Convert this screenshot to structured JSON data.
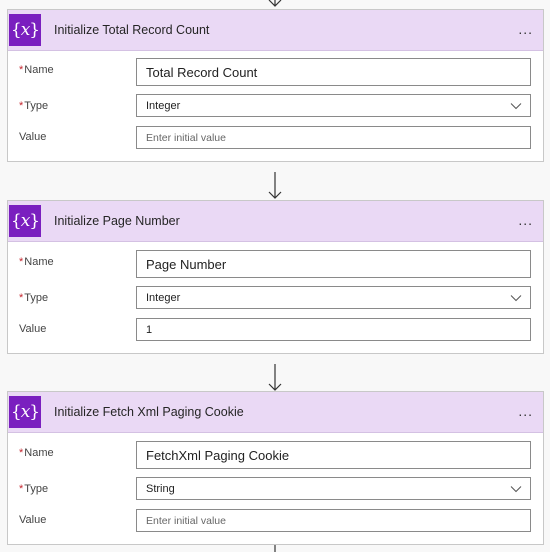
{
  "cards": [
    {
      "title": "Initialize Total Record Count",
      "icon": "variable-icon",
      "name_label": "Name",
      "name_value": "Total Record Count",
      "type_label": "Type",
      "type_value": "Integer",
      "value_label": "Value",
      "value_placeholder": "Enter initial value",
      "value_value": ""
    },
    {
      "title": "Initialize Page Number",
      "icon": "variable-icon",
      "name_label": "Name",
      "name_value": "Page Number",
      "type_label": "Type",
      "type_value": "Integer",
      "value_label": "Value",
      "value_placeholder": "",
      "value_value": "1"
    },
    {
      "title": "Initialize Fetch Xml Paging Cookie",
      "icon": "variable-icon",
      "name_label": "Name",
      "name_value": "FetchXml Paging Cookie",
      "type_label": "Type",
      "type_value": "String",
      "value_label": "Value",
      "value_placeholder": "Enter initial value",
      "value_value": ""
    }
  ],
  "more_label": "...",
  "required_mark": "*",
  "colors": {
    "icon_bg": "#7a1fbf",
    "header_bg": "#ead9f5",
    "required": "#c4262e"
  }
}
